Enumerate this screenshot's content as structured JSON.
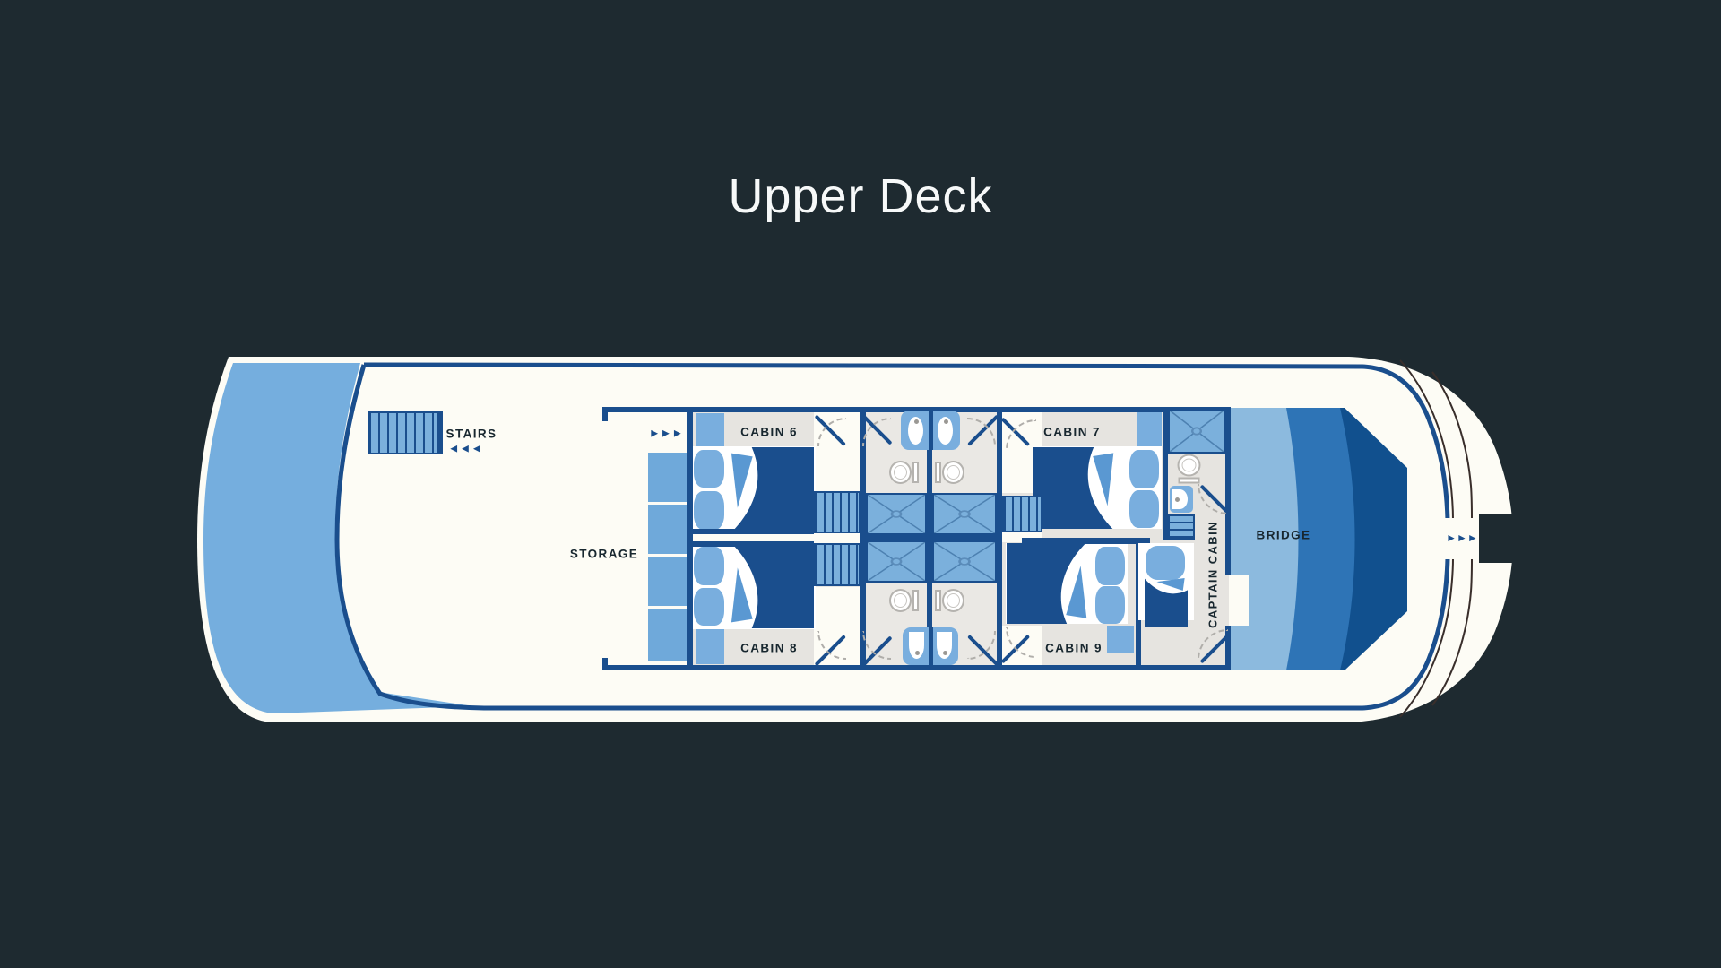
{
  "title": "Upper Deck",
  "ship": {
    "labels": {
      "stairs": "STAIRS",
      "storage": "STORAGE",
      "captain_cabin": "CAPTAIN CABIN",
      "bridge": "BRIDGE"
    },
    "cabins": [
      {
        "id": "cabin-6",
        "label": "CABIN 6"
      },
      {
        "id": "cabin-7",
        "label": "CABIN 7"
      },
      {
        "id": "cabin-8",
        "label": "CABIN 8"
      },
      {
        "id": "cabin-9",
        "label": "CABIN 9"
      }
    ],
    "arrows": {
      "stairs_down": "◄◄◄",
      "corridor_entry": "►►►",
      "bow_exit": "►►►"
    }
  },
  "colors": {
    "background": "#1e2a30",
    "navy": "#1a4e8d",
    "light_blue": "#75aede",
    "shower_blue": "#7bb0dc",
    "bridge_light": "#8cbade",
    "bridge_mid": "#2e74b6",
    "bridge_dark": "#11508e",
    "hull_white": "#fdfcf5",
    "floor_gray": "#e6e4e0"
  }
}
